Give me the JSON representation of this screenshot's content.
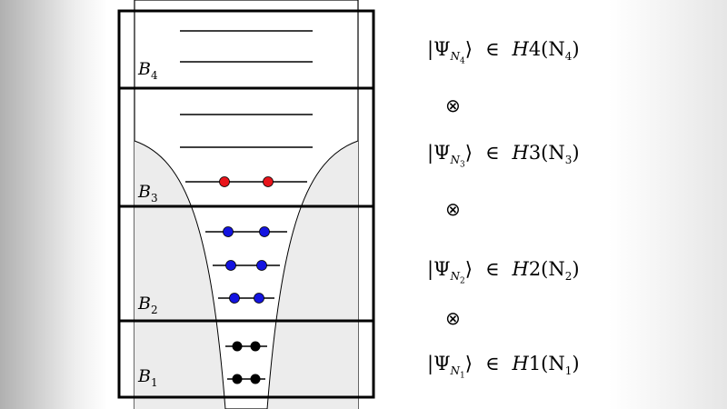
{
  "bands": [
    {
      "letter": "B",
      "index": "4"
    },
    {
      "letter": "B",
      "index": "3"
    },
    {
      "letter": "B",
      "index": "2"
    },
    {
      "letter": "B",
      "index": "1"
    }
  ],
  "states": [
    {
      "psi": "|Ψ",
      "n": "N",
      "k": "4",
      "close": "⟩",
      "in": "∈",
      "space": "H",
      "arg": "4(N",
      "argsub": "4",
      "end": ")"
    },
    {
      "psi": "|Ψ",
      "n": "N",
      "k": "3",
      "close": "⟩",
      "in": "∈",
      "space": "H",
      "arg": "3(N",
      "argsub": "3",
      "end": ")"
    },
    {
      "psi": "|Ψ",
      "n": "N",
      "k": "2",
      "close": "⟩",
      "in": "∈",
      "space": "H",
      "arg": "2(N",
      "argsub": "2",
      "end": ")"
    },
    {
      "psi": "|Ψ",
      "n": "N",
      "k": "1",
      "close": "⟩",
      "in": "∈",
      "space": "H",
      "arg": "1(N",
      "argsub": "1",
      "end": ")"
    }
  ],
  "tensor_symbol": "⊗",
  "colors": {
    "band3_particles": "#e8141b",
    "band2_particles": "#1414e0",
    "band1_particles": "#000000",
    "shaded": "#ececec"
  }
}
